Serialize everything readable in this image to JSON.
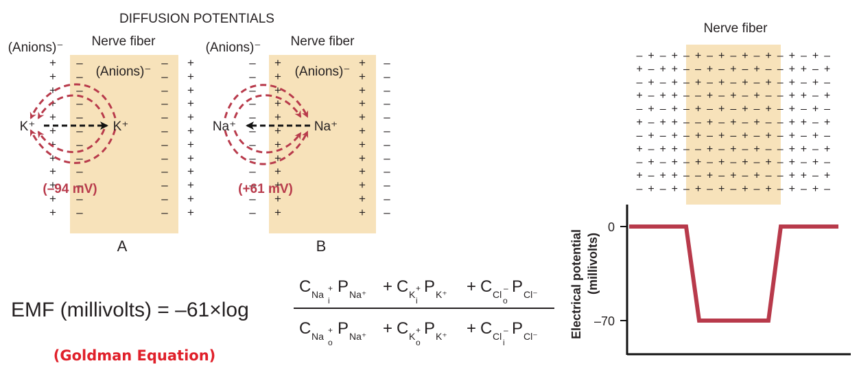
{
  "colors": {
    "fiber": "#f7e2ba",
    "arrow_red": "#b83a4b",
    "text": "#231f20",
    "goldman_red": "#e0202a",
    "curve": "#b83a4b"
  },
  "header": {
    "title": "DIFFUSION POTENTIALS"
  },
  "panel_a": {
    "anions_outside": "(Anions)⁻",
    "fiber_label": "Nerve fiber",
    "anions_inside": "(Anions)⁻",
    "ion_left": "K⁺",
    "ion_right": "K⁺",
    "potential": "(–94 mV)",
    "letter": "A"
  },
  "panel_b": {
    "anions_outside": "(Anions)⁻",
    "fiber_label": "Nerve fiber",
    "anions_inside": "(Anions)⁻",
    "ion_left": "Na⁺",
    "ion_right": "Na⁺",
    "potential": "(+61 mV)",
    "letter": "B"
  },
  "right_panel": {
    "fiber_label": "Nerve fiber",
    "ylabel_line1": "Electrical potential",
    "ylabel_line2": "(millivolts)",
    "tick_zero": "0",
    "tick_minus70": "–70",
    "potential_profile_mv": [
      0,
      0,
      -70,
      -70,
      0,
      0
    ]
  },
  "equation": {
    "lhs": "EMF (millivolts) = –61×log",
    "C": "C",
    "P": "P",
    "plus": "+",
    "sub_na_i": "Na",
    "sub_na_o": "Na",
    "sub_k_i": "K",
    "sub_k_o": "K",
    "sub_cl_o": "Cl",
    "sub_cl_i": "Cl",
    "idx_i": "i",
    "idx_o": "o",
    "charge_plus": "+",
    "charge_minus": "–",
    "p_na": "Na⁺",
    "p_k": "K⁺",
    "p_cl": "Cl⁻",
    "caption": "(Goldman Equation)"
  }
}
